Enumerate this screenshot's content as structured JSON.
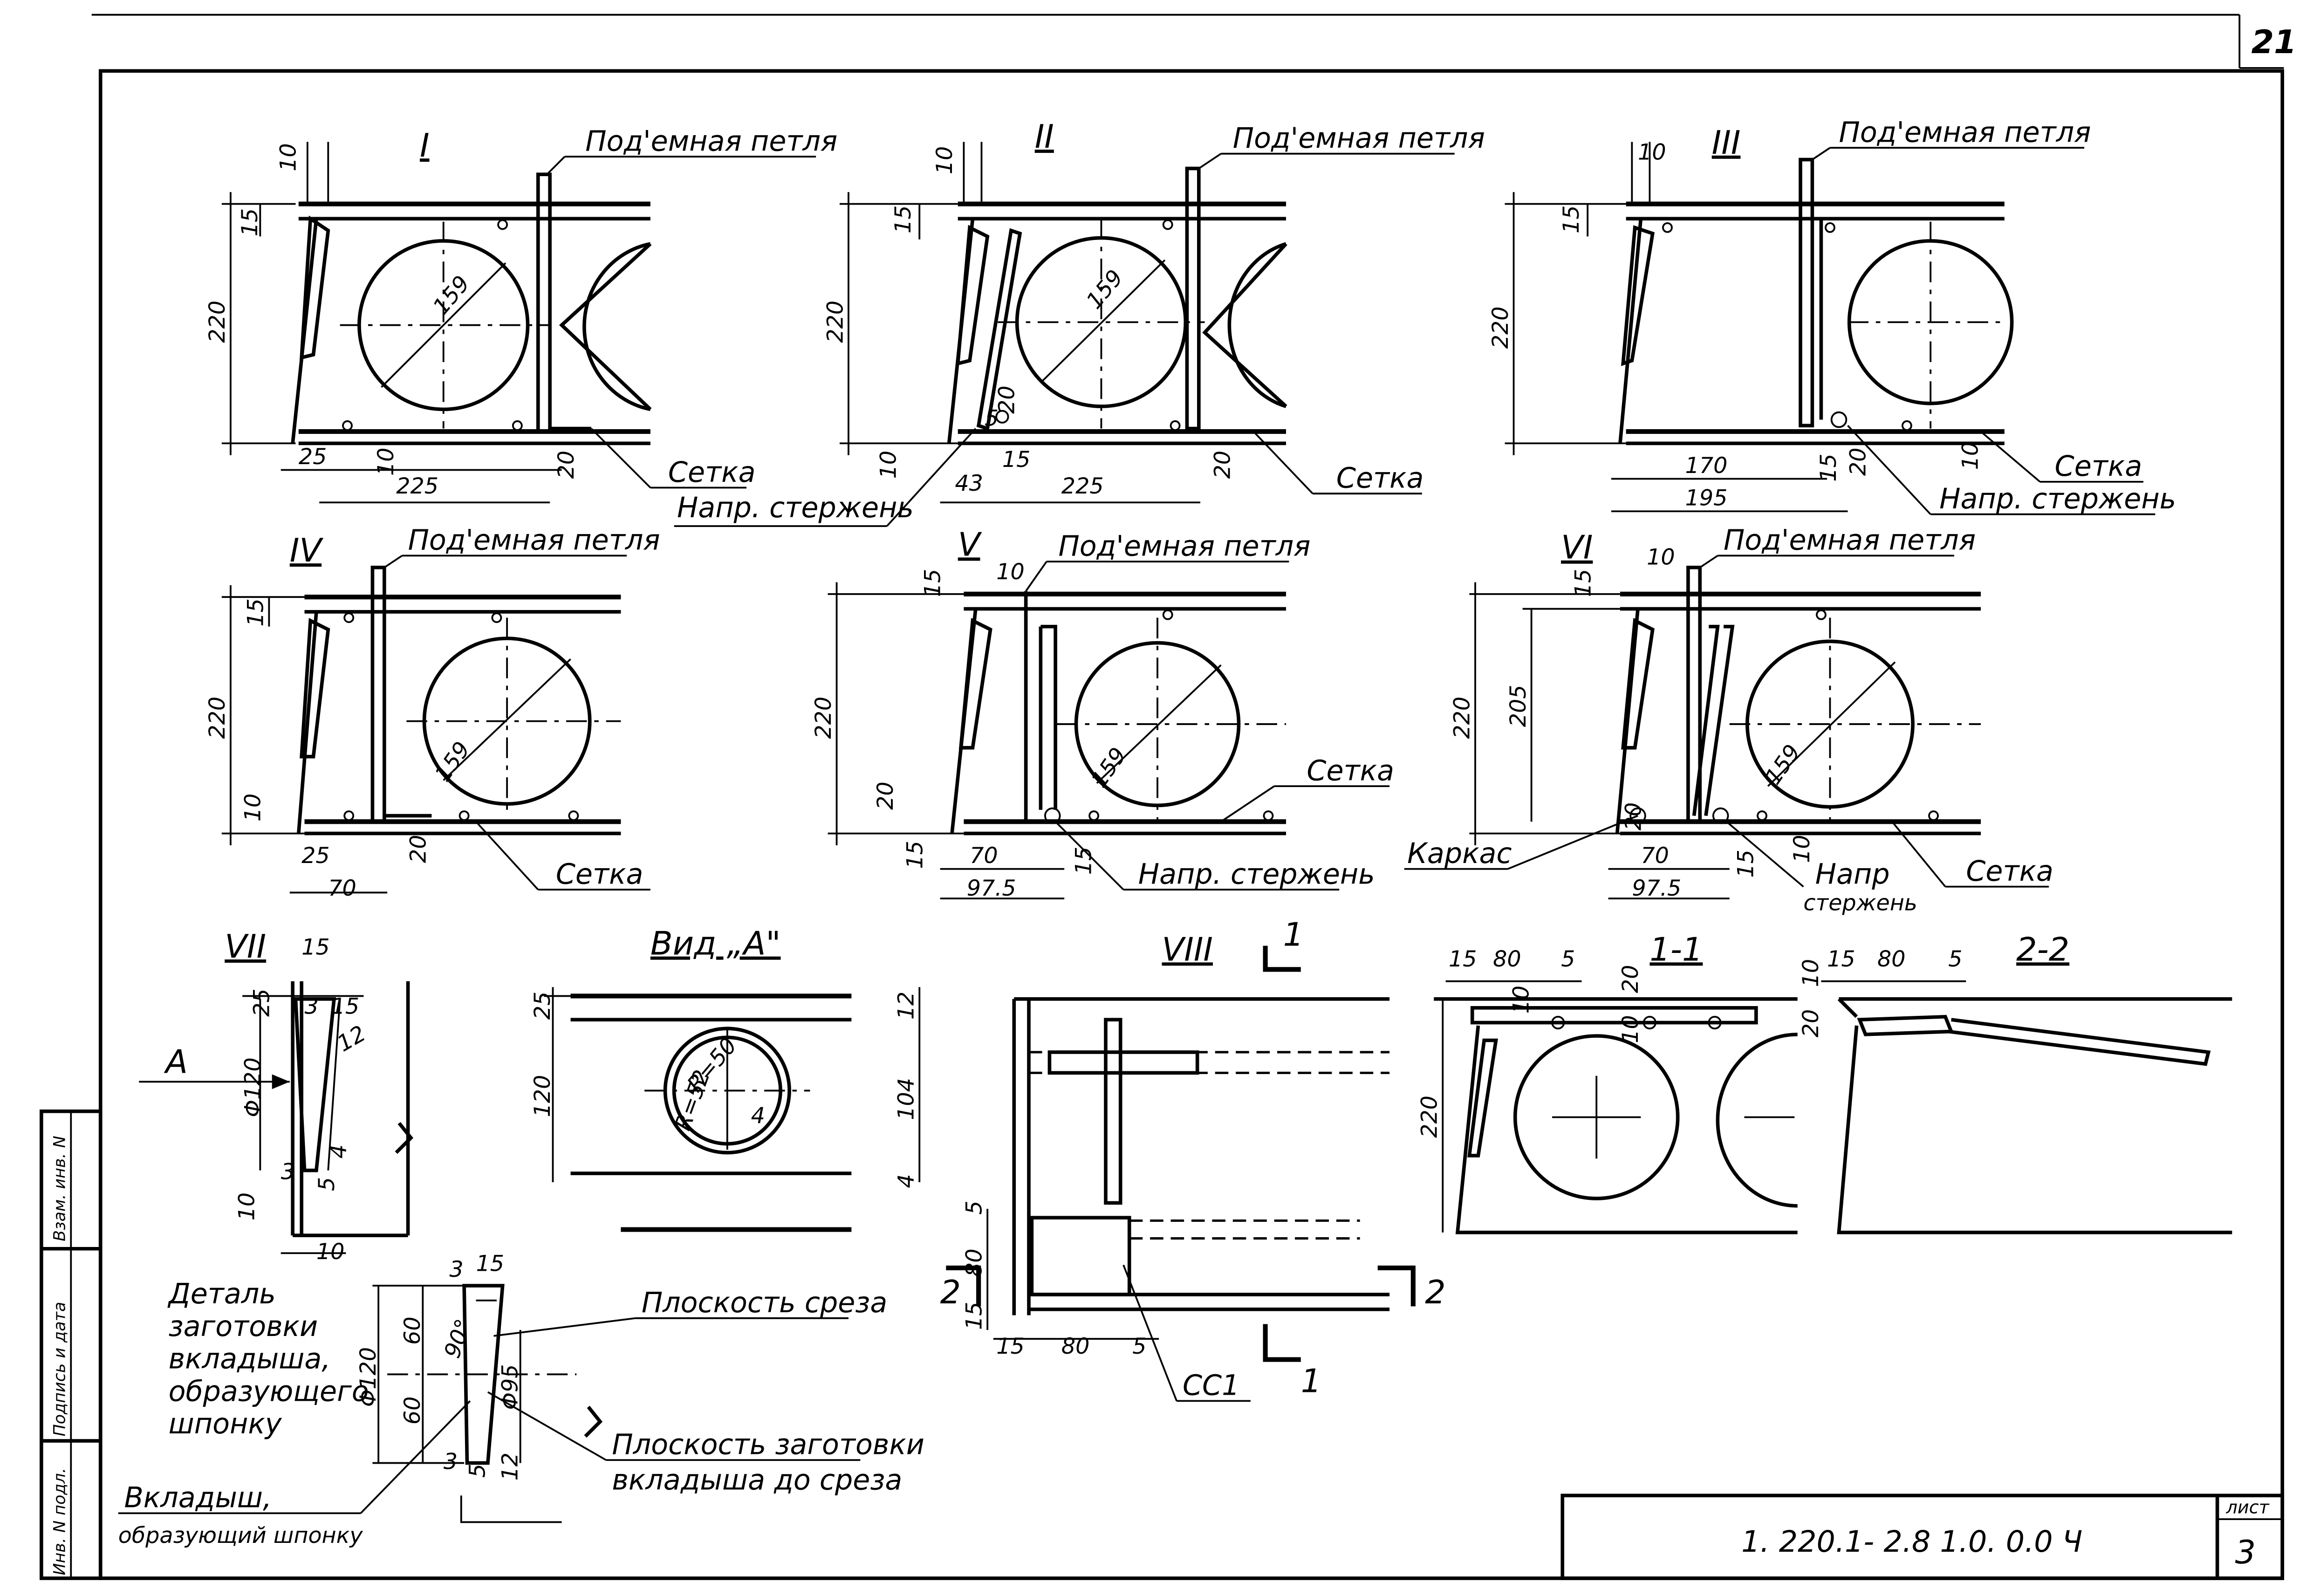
{
  "sheet_corner_number": "21",
  "title_block": {
    "code": "1. 220.1- 2.8 1.0. 0.0 Ч",
    "sheet_label": "лист",
    "sheet_number": "3"
  },
  "side_stamp": [
    "Инв. N подл.",
    "Подпись и дата",
    "Взам. инв. N"
  ],
  "labels": {
    "lifting_loop": "Под'емная петля",
    "mesh": "Сетка",
    "tension_bar": "Напр. стержень",
    "tension_bar_l1": "Напр",
    "tension_bar_l2": "стержень",
    "frame": "Каркас",
    "cut_plane": "Плоскость среза",
    "blank_plane_l1": "Плоскость заготовки",
    "blank_plane_l2": "вкладыша до среза",
    "insert_l1": "Вкладыш,",
    "insert_l2": "образующий шпонку",
    "detail_l1": "Деталь",
    "detail_l2": "заготовки",
    "detail_l3": "вкладыша,",
    "detail_l4": "образующего",
    "detail_l5": "шпонку",
    "view_a": "Вид „А\"",
    "arrow_a": "A",
    "cc1": "СС1"
  },
  "views": {
    "I": {
      "title": "I",
      "dims": {
        "d10": "10",
        "d15": "15",
        "d220": "220",
        "d159": "159",
        "d25": "25",
        "d10b": "10",
        "d225": "225",
        "d20": "20"
      }
    },
    "II": {
      "title": "II",
      "dims": {
        "d10": "10",
        "d15": "15",
        "d220": "220",
        "d159": "159",
        "d20": "20",
        "d5": "5",
        "d10b": "10",
        "d43": "43",
        "d15b": "15",
        "d225": "225",
        "d20b": "20"
      }
    },
    "III": {
      "title": "III",
      "dims": {
        "d10": "10",
        "d15": "15",
        "d220": "220",
        "d170": "170",
        "d195": "195",
        "d15b": "15",
        "d20": "20",
        "d10b": "10"
      }
    },
    "IV": {
      "title": "IV",
      "dims": {
        "d15": "15",
        "d220": "220",
        "d159": "159",
        "d10": "10",
        "d25": "25",
        "d70": "70",
        "d20": "20"
      }
    },
    "V": {
      "title": "V",
      "dims": {
        "d15": "15",
        "d10": "10",
        "d220": "220",
        "d159": "159",
        "d20": "20",
        "d15b": "15",
        "d70": "70",
        "d975": "97.5",
        "d15c": "15"
      }
    },
    "VI": {
      "title": "VI",
      "dims": {
        "d10": "10",
        "d15": "15",
        "d220": "220",
        "d205": "205",
        "d159": "159",
        "d20": "20",
        "d70": "70",
        "d975": "97.5",
        "d15b": "15",
        "d10b": "10"
      }
    },
    "VII": {
      "title": "VII",
      "dims": {
        "d15": "15",
        "d25": "25",
        "d3": "3",
        "d15b": "15",
        "d12": "12",
        "phi120": "Φ120",
        "d4": "4",
        "d3b": "3",
        "d5": "5",
        "d10": "10",
        "d10b": "10"
      }
    },
    "VIEW_A": {
      "dims": {
        "d25": "25",
        "d120": "120",
        "d12": "12",
        "d104": "104",
        "d4": "4",
        "r50": "R=50",
        "r52": "R=52",
        "d4b": "4"
      }
    },
    "VIII": {
      "title": "VIII",
      "section_mark_top": "1",
      "section_mark_bot": "1",
      "section_mark_left": "2",
      "section_mark_right": "2",
      "dims": {
        "d5": "5",
        "d80": "80",
        "d15": "15",
        "d15b": "15",
        "d80b": "80",
        "d5b": "5"
      }
    },
    "S11": {
      "title": "1-1",
      "dims": {
        "d15": "15",
        "d80": "80",
        "d5": "5",
        "d20": "20",
        "d10": "10",
        "d10b": "10",
        "d220": "220"
      }
    },
    "S22": {
      "title": "2-2",
      "dims": {
        "d10": "10",
        "d15": "15",
        "d80": "80",
        "d5": "5",
        "d20": "20"
      }
    },
    "DETAIL": {
      "dims": {
        "d3": "3",
        "d15": "15",
        "d60": "60",
        "d60b": "60",
        "phi120": "Φ120",
        "a90": "90°",
        "phi95": "Φ95",
        "d3b": "3",
        "d5": "5",
        "d12": "12"
      }
    }
  }
}
